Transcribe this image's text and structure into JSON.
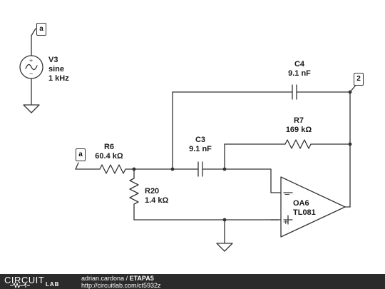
{
  "components": {
    "V3": {
      "name": "V3",
      "type": "sine",
      "freq": "1 kHz"
    },
    "R6": {
      "name": "R6",
      "value": "60.4 kΩ"
    },
    "R20": {
      "name": "R20",
      "value": "1.4 kΩ"
    },
    "C3": {
      "name": "C3",
      "value": "9.1 nF"
    },
    "C4": {
      "name": "C4",
      "value": "9.1 nF"
    },
    "R7": {
      "name": "R7",
      "value": "169 kΩ"
    },
    "OA6": {
      "name": "OA6",
      "part": "TL081"
    }
  },
  "ports": {
    "a_top": "a",
    "a_left": "a",
    "out": "2"
  },
  "footer": {
    "logo_top": "CIRCUIT",
    "logo_bottom": "LAB",
    "author": "adrian.cardona",
    "separator": "/",
    "title": "ETAPA5",
    "url": "http://circuitlab.com/ct5932z"
  }
}
